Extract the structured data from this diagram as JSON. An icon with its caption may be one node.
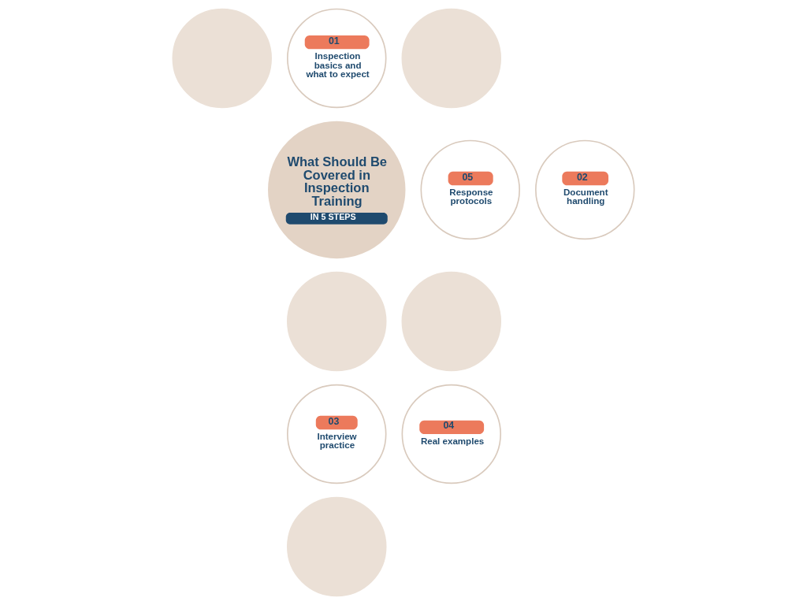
{
  "diagram": {
    "nodes": [
      {
        "text": [],
        "shape": "circle"
      },
      {
        "text": [
          "01",
          "Inspection basics and what to expect"
        ]
      },
      {
        "text": [],
        "shape": "circle"
      },
      {
        "text": [
          "05",
          "Response protocols"
        ]
      },
      {
        "text": [
          "What Should Be Covered in Inspection Training",
          "IN 5 STEPS"
        ]
      },
      {
        "text": [
          "02",
          "Document handling"
        ]
      },
      {
        "text": [],
        "shape": "circle"
      },
      {
        "text": [],
        "shape": "circle"
      },
      {
        "text": [
          "04",
          "Real examples"
        ]
      },
      {
        "text": [
          "03",
          "Interview practice"
        ]
      },
      {
        "text": [],
        "shape": "circle"
      }
    ],
    "edges": []
  }
}
